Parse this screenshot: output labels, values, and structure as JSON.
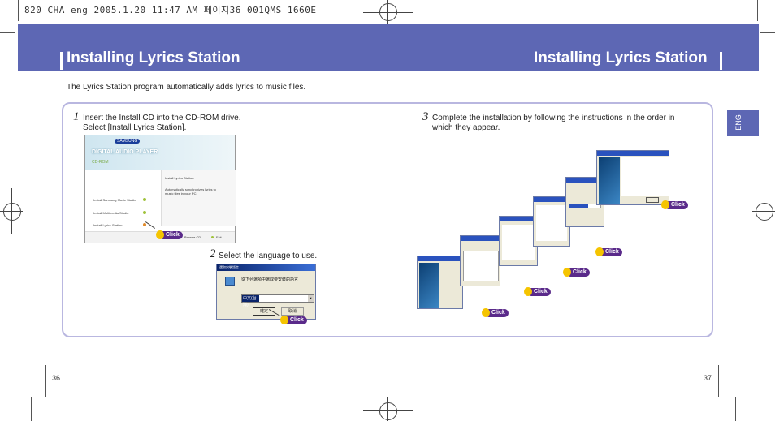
{
  "print_line": "820 CHA eng  2005.1.20 11:47 AM 페이지36  001QMS 1660E",
  "header": {
    "title_left": "Installing Lyrics Station",
    "title_right": "Installing Lyrics Station"
  },
  "intro": "The Lyrics Station program automatically adds lyrics to music files.",
  "lang_tab": "ENG",
  "steps": [
    {
      "num": "1",
      "text_line1": "Insert the Install CD into the CD-ROM drive.",
      "text_line2": "Select [Install Lyrics Station]."
    },
    {
      "num": "2",
      "text_line1": "Select the language to use."
    },
    {
      "num": "3",
      "text_line1": "Complete the installation by following the instructions in the order in",
      "text_line2": "which they appear."
    }
  ],
  "installer": {
    "brand": "SAMSUNG",
    "product": "DIGITAL AUDIO PLAYER",
    "subtitle": "CD-ROM",
    "menu": [
      "Install Samsung Music Studio",
      "Install Multimedia Studio",
      "Install Lyrics Station"
    ],
    "panel_title": "Install Lyrics Station",
    "panel_desc_1": "Automatically synchronizes lyrics to",
    "panel_desc_2": "music files in your PC.",
    "browse": "Browse CD",
    "exit": "Exit"
  },
  "language_dialog": {
    "title": "選取安裝語言",
    "prompt": "從下列選項中選取要安裝的語言",
    "selected": "中文(台灣)",
    "ok": "確定",
    "cancel": "取消"
  },
  "click_label": "Click",
  "page_left": "36",
  "page_right": "37",
  "colors": {
    "banner": "#5d67b4",
    "panel_border": "#b9b7e0",
    "click_badge": "#5a2a8a"
  }
}
